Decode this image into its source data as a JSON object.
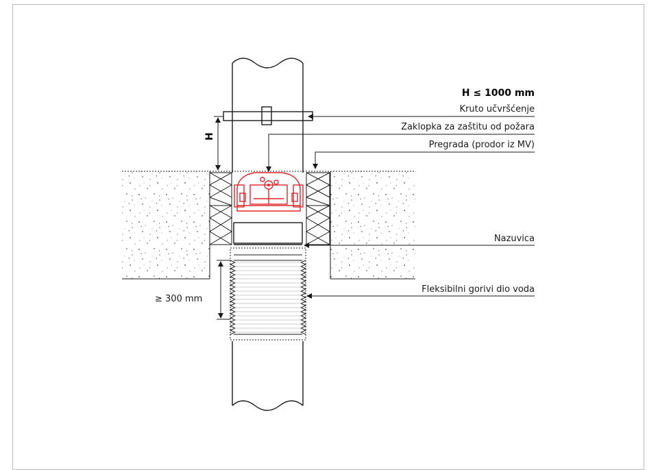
{
  "labels": {
    "limit": "H ≤ 1000 mm",
    "rigid_mount": "Kruto učvršćenje",
    "fire_damper": "Zaklopka za zaštitu od požara",
    "wall": "Pregrada (prodor iz MV)",
    "sleeve": "Nazuvica",
    "flex_duct": "Fleksibilni gorivi dio voda",
    "dim_h": "H",
    "dim_min": "≥ 300 mm"
  },
  "colors": {
    "line": "#1a1a1a",
    "damper": "#e0252a",
    "frame": "#b9b9b9"
  }
}
